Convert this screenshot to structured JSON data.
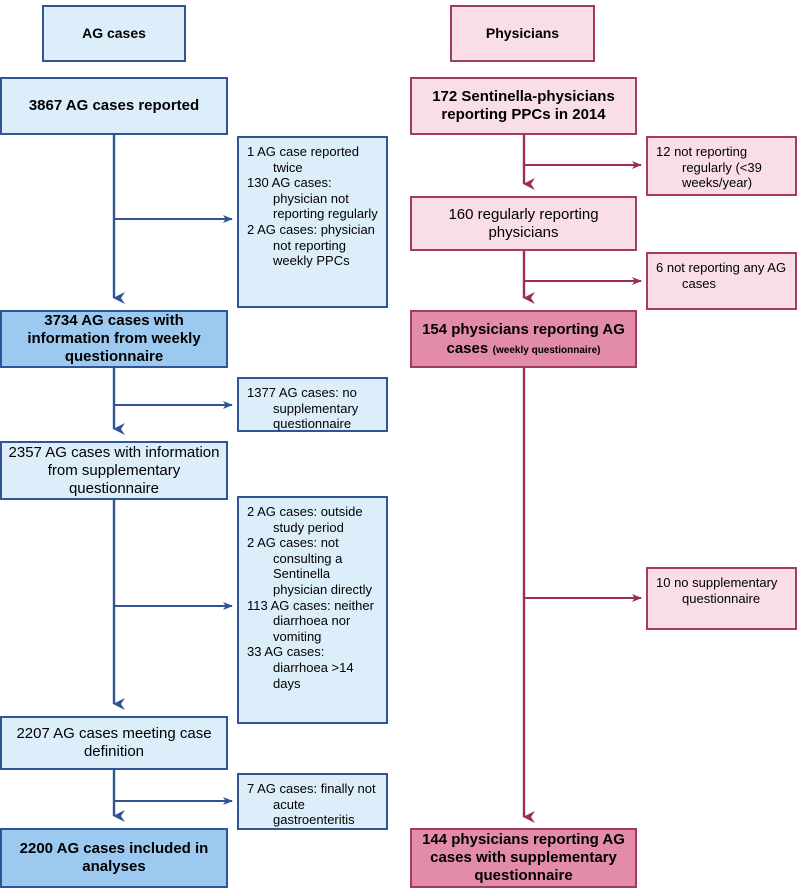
{
  "diagram": {
    "title": "AG cases and physicians study flow diagram",
    "colors": {
      "blue_border": "#2f5597",
      "blue_light_fill": "#ddeefb",
      "blue_mid_fill": "#9cc9ef",
      "pink_border": "#a33d5d",
      "pink_light_fill": "#f9dee9",
      "pink_mid_fill": "#e28bab"
    }
  },
  "left_column": {
    "header": "AG cases",
    "nodes": [
      {
        "id": "n1",
        "text": "3867 AG cases reported"
      },
      {
        "id": "n2",
        "text": "3734 AG cases with information from weekly questionnaire"
      },
      {
        "id": "n3",
        "text": "2357 AG cases with information from supplementary questionnaire"
      },
      {
        "id": "n4",
        "text": "2207 AG cases meeting case definition"
      },
      {
        "id": "n5",
        "text": "2200 AG cases included in analyses"
      }
    ],
    "exclusions": [
      {
        "id": "e1",
        "lines": [
          "1 AG case reported twice",
          "130 AG cases: physician not reporting regularly",
          "2 AG cases: physician not reporting weekly PPCs"
        ]
      },
      {
        "id": "e2",
        "lines": [
          "1377 AG cases: no supplementary questionnaire"
        ]
      },
      {
        "id": "e3",
        "lines": [
          "2 AG cases: outside study period",
          "2 AG cases: not consulting a Sentinella physician directly",
          "113 AG cases: neither diarrhoea nor vomiting",
          "33 AG cases: diarrhoea  >14 days"
        ]
      },
      {
        "id": "e4",
        "lines": [
          "7 AG cases: finally not acute gastroenteritis"
        ]
      }
    ]
  },
  "right_column": {
    "header": "Physicians",
    "nodes": [
      {
        "id": "p1",
        "text": "172 Sentinella-physicians reporting PPCs in 2014"
      },
      {
        "id": "p2",
        "text": "160 regularly reporting physicians"
      },
      {
        "id": "p3",
        "text": "154 physicians reporting AG cases",
        "suffix": "(weekly questionnaire)"
      },
      {
        "id": "p4",
        "text": "144 physicians reporting AG cases with supplementary questionnaire"
      }
    ],
    "exclusions": [
      {
        "id": "x1",
        "lines": [
          "12 not reporting regularly (<39 weeks/year)"
        ]
      },
      {
        "id": "x2",
        "lines": [
          "6 not reporting any AG cases"
        ]
      },
      {
        "id": "x3",
        "lines": [
          "10 no supplementary questionnaire"
        ]
      }
    ]
  }
}
